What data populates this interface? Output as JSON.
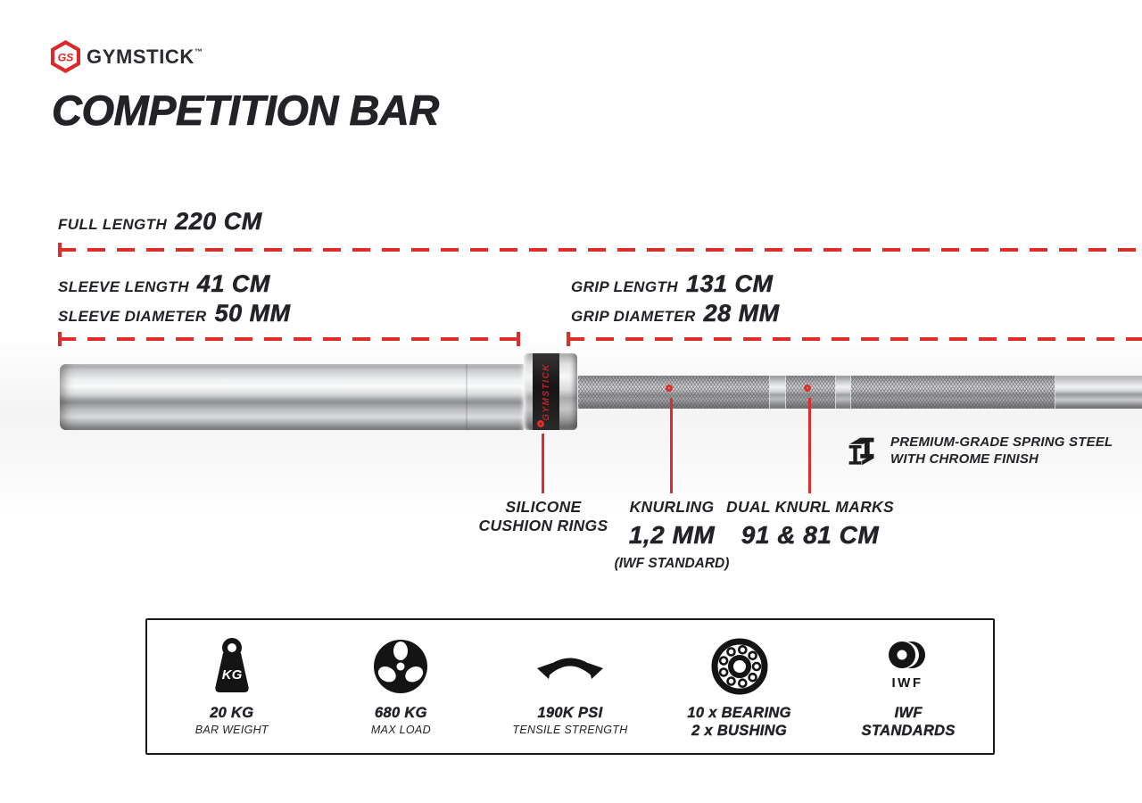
{
  "brand": {
    "name": "GYMSTICK",
    "tm": "™",
    "monogram": "GS"
  },
  "title": "COMPETITION BAR",
  "colors": {
    "accent_red": "#dd2e2b",
    "text_dark": "#232227",
    "band_black": "#1a1818",
    "band_text_red": "#b5272c"
  },
  "dimensions": {
    "full_length": {
      "label": "FULL LENGTH",
      "value": "220 CM"
    },
    "sleeve_length": {
      "label": "SLEEVE LENGTH",
      "value": "41 CM"
    },
    "sleeve_diameter": {
      "label": "SLEEVE DIAMETER",
      "value": "50 MM"
    },
    "grip_length": {
      "label": "GRIP LENGTH",
      "value": "131 CM"
    },
    "grip_diameter": {
      "label": "GRIP DIAMETER",
      "value": "28 MM"
    }
  },
  "bar": {
    "sleeve_band_text": "GYMSTICK"
  },
  "callouts": {
    "silicone": {
      "line1": "SILICONE",
      "line2": "CUSHION RINGS"
    },
    "knurling": {
      "label": "KNURLING",
      "value": "1,2 MM",
      "note": "(IWF STANDARD)"
    },
    "dual_knurl": {
      "label": "DUAL KNURL MARKS",
      "value": "91 & 81 CM"
    },
    "material": {
      "line1": "PREMIUM-GRADE SPRING STEEL",
      "line2": "WITH CHROME FINISH"
    }
  },
  "specs": [
    {
      "icon": "weight-icon",
      "icon_text": "KG",
      "line1": "20 KG",
      "line2": "BAR WEIGHT"
    },
    {
      "icon": "plate-icon",
      "icon_text": "",
      "line1": "680 KG",
      "line2": "MAX LOAD"
    },
    {
      "icon": "flex-arrow-icon",
      "icon_text": "",
      "line1": "190K PSI",
      "line2": "TENSILE STRENGTH"
    },
    {
      "icon": "bearing-icon",
      "icon_text": "",
      "line1": "10 x BEARING",
      "line2": "2 x BUSHING"
    },
    {
      "icon": "iwf-logo-icon",
      "icon_text": "IWF",
      "line1": "IWF",
      "line2": "STANDARDS"
    }
  ]
}
